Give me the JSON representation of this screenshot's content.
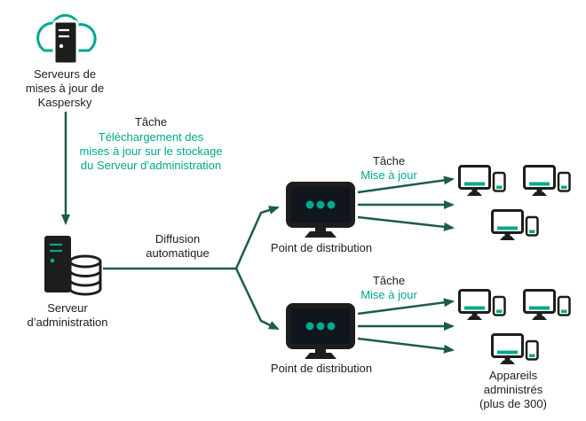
{
  "colors": {
    "accent": "#00A88E",
    "ink": "#1D1D1B",
    "line": "#1C5B4E",
    "screen": "#10161D"
  },
  "icons": {
    "cloud_update_servers": "cloud-server-icon",
    "admin_server": "server-database-icon",
    "distribution_point": "monitor-dots-icon",
    "managed_device": "desktop-and-mobile-icon",
    "arrow": "arrowhead-icon"
  },
  "nodes": {
    "kaspersky_update_servers": {
      "label": "Serveurs de\nmises à jour de\nKaspersky"
    },
    "admin_server": {
      "label": "Serveur\nd’administration"
    },
    "distribution_point_1": {
      "label": "Point de distribution"
    },
    "distribution_point_2": {
      "label": "Point de distribution"
    },
    "managed_devices": {
      "label": "Appareils administrés\n(plus de 300)"
    }
  },
  "edges": {
    "download_task": {
      "title": "Tâche",
      "description": "Téléchargement des\nmises à jour sur le stockage\ndu Serveur d’administration"
    },
    "auto_diffusion": {
      "label": "Diffusion\nautomatique"
    },
    "update_task_1": {
      "title": "Tâche",
      "description": "Mise à jour"
    },
    "update_task_2": {
      "title": "Tâche",
      "description": "Mise à jour"
    }
  }
}
